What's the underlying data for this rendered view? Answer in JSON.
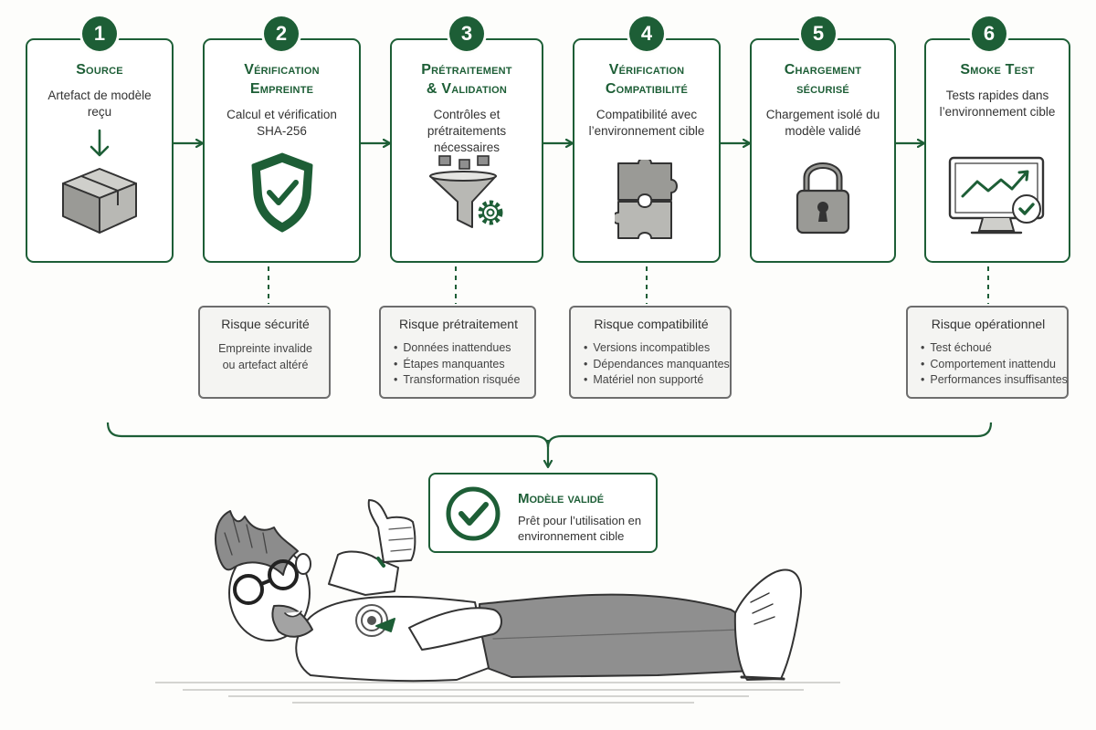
{
  "steps": [
    {
      "number": "1",
      "title_lines": [
        "Source"
      ],
      "description": "Artefact de modèle reçu",
      "icon": "package-icon"
    },
    {
      "number": "2",
      "title_lines": [
        "Vérification",
        "Empreinte"
      ],
      "description": "Calcul et vérification SHA-256",
      "icon": "shield-check-icon"
    },
    {
      "number": "3",
      "title_lines": [
        "Prétraitement",
        "& Validation"
      ],
      "description": "Contrôles et prétraitements nécessaires",
      "icon": "funnel-gear-icon"
    },
    {
      "number": "4",
      "title_lines": [
        "Vérification",
        "Compatibilité"
      ],
      "description": "Compatibilité avec l’environnement cible",
      "icon": "puzzle-icon"
    },
    {
      "number": "5",
      "title_lines": [
        "Chargement",
        "sécurisé"
      ],
      "description": "Chargement isolé du modèle validé",
      "icon": "padlock-icon"
    },
    {
      "number": "6",
      "title_lines": [
        "Smoke Test"
      ],
      "description": "Tests rapides dans l’environnement cible",
      "icon": "monitor-chart-icon"
    }
  ],
  "risks": [
    {
      "title": "Risque sécurité",
      "text": "Empreinte invalide ou artefact altéré"
    },
    {
      "title": "Risque prétraitement",
      "items": [
        "Données inattendues",
        "Étapes manquantes",
        "Transformation risquée"
      ]
    },
    {
      "title": "Risque compatibilité",
      "items": [
        "Versions incompatibles",
        "Dépendances manquantes",
        "Matériel non supporté"
      ]
    },
    {
      "title": "Risque opérationnel",
      "items": [
        "Test échoué",
        "Comportement inattendu",
        "Performances insuffisantes"
      ]
    }
  ],
  "result": {
    "title": "Modèle validé",
    "description": "Prêt pour l’utilisation en environnement cible",
    "icon": "check-circle-icon"
  },
  "illustration": {
    "icon": "reclining-person-illustration"
  },
  "colors": {
    "accent": "#1d5e36",
    "risk_border": "#6d6d6d",
    "risk_bg": "#f4f4f2"
  }
}
